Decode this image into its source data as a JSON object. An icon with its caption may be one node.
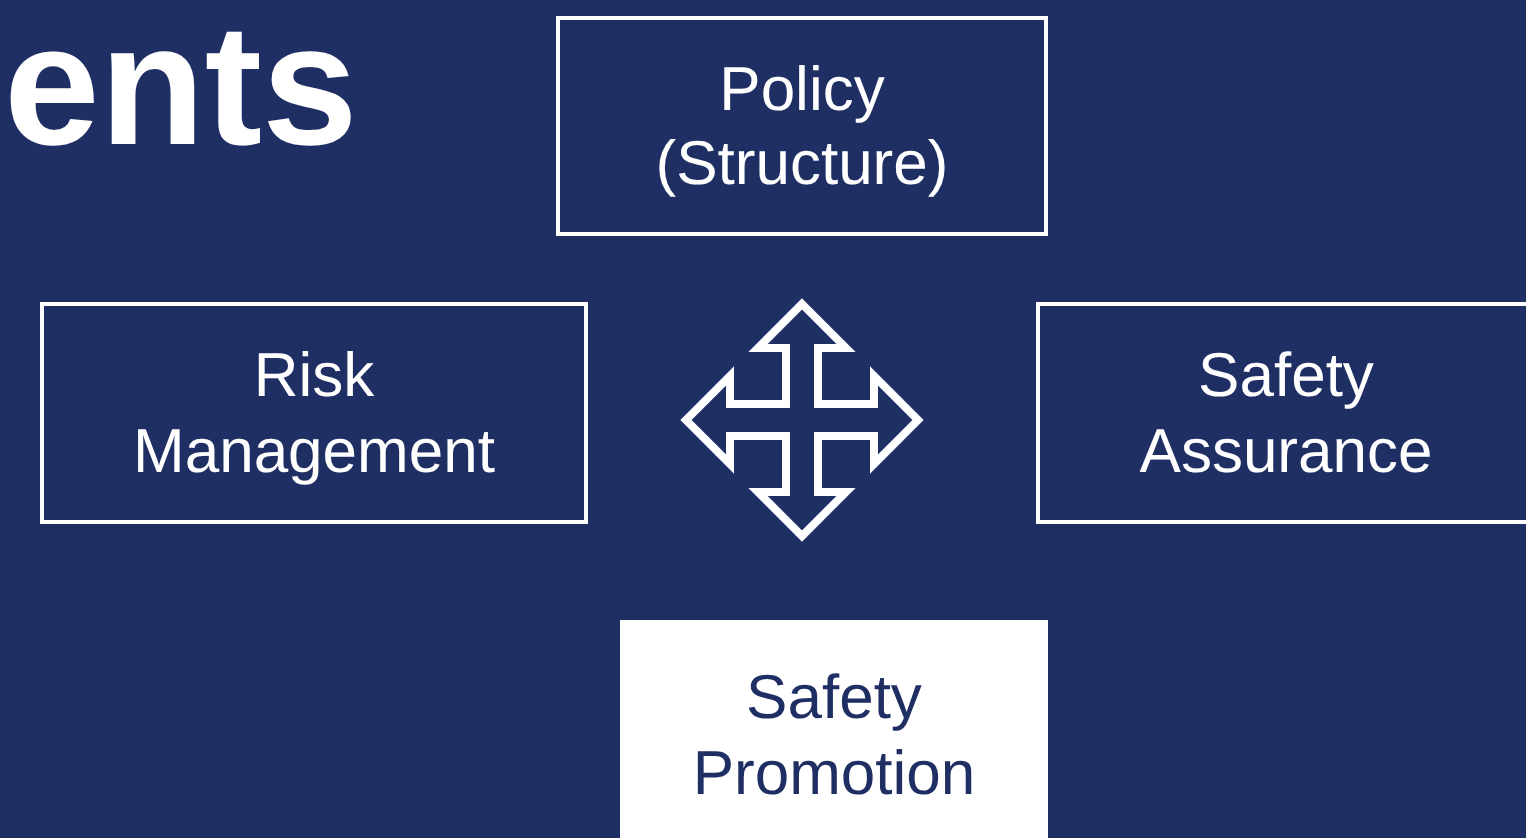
{
  "diagram": {
    "title": "ents",
    "nodes": [
      {
        "text": [
          "Policy (Structure)"
        ]
      },
      {
        "text": [
          "Risk Management"
        ]
      },
      {
        "text": [
          "Safety Assurance"
        ]
      },
      {
        "text": [
          "Safety Promotion"
        ]
      }
    ]
  }
}
